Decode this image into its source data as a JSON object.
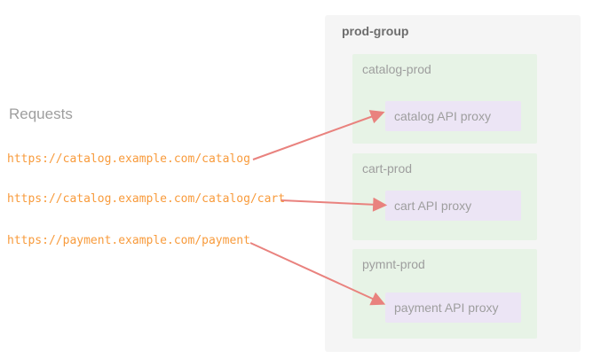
{
  "requests": {
    "title": "Requests",
    "urls": [
      "https://catalog.example.com/catalog",
      "https://catalog.example.com/catalog/cart",
      "https://payment.example.com/payment"
    ]
  },
  "prod_group": {
    "title": "prod-group",
    "environments": [
      {
        "name": "catalog-prod",
        "proxy": "catalog API proxy"
      },
      {
        "name": "cart-prod",
        "proxy": "cart API proxy"
      },
      {
        "name": "pymnt-prod",
        "proxy": "payment API proxy"
      }
    ]
  },
  "colors": {
    "group_bg": "#f5f5f5",
    "env_bg": "#e7f3e6",
    "proxy_bg": "#ece5f5",
    "arrow": "#e9827e",
    "url_text": "#f89b3c",
    "label_text": "#9e9e9e",
    "title_text": "#6d6d6d"
  }
}
